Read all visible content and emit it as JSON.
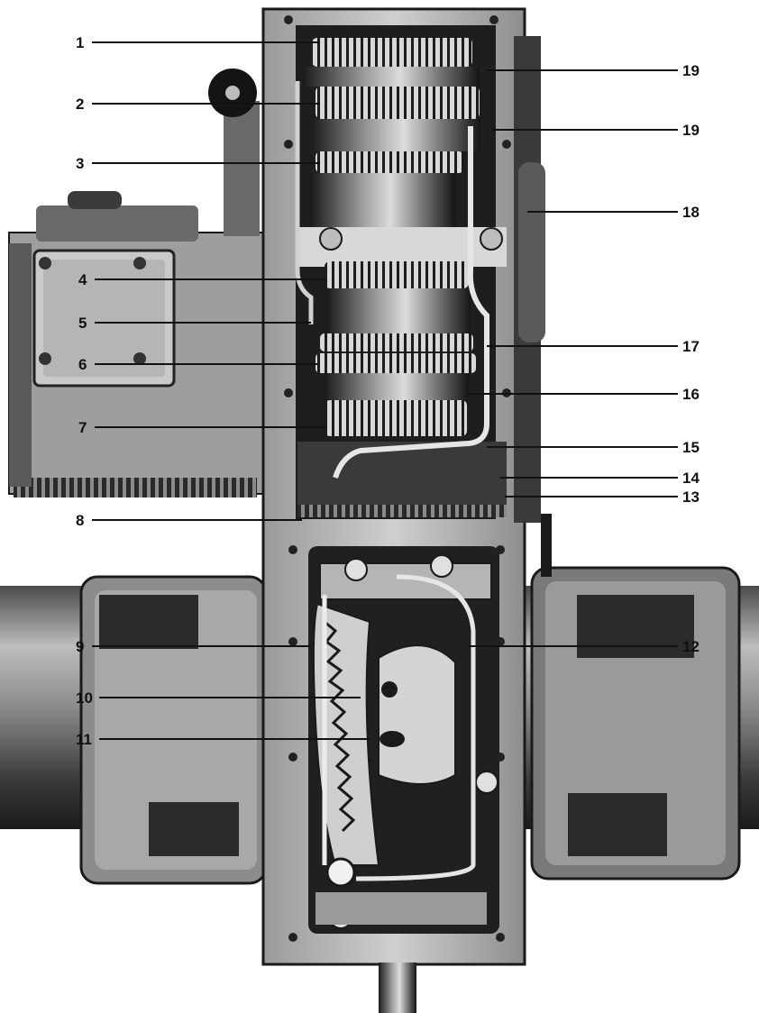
{
  "callouts": {
    "left": [
      "1",
      "2",
      "3",
      "4",
      "5",
      "6",
      "7",
      "8",
      "9",
      "10",
      "11"
    ],
    "right": [
      "19",
      "19",
      "18",
      "17",
      "16",
      "15",
      "14",
      "13",
      "12"
    ]
  },
  "colors": {
    "paper": "#ffffff",
    "dark": "#151515",
    "mid": "#6f6f6f",
    "light": "#c9c9c9",
    "highlight": "#e8e8e8"
  }
}
